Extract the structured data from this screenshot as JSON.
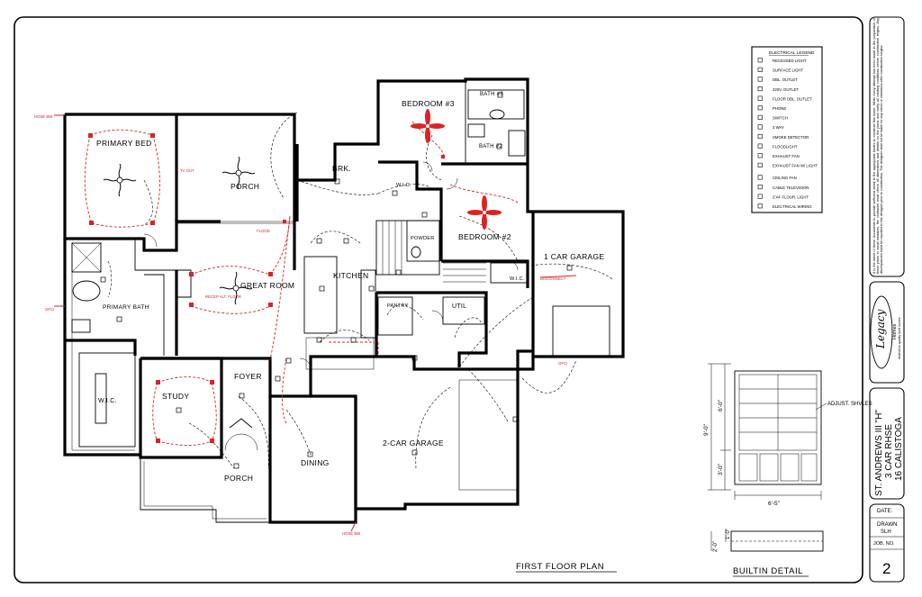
{
  "plan": {
    "rooms": {
      "primary_bed": "PRIMARY BED",
      "porch_rear": "PORCH",
      "brk": "BRK.",
      "bedroom3": "BEDROOM #3",
      "bath3": "BATH #3",
      "bath2": "BATH #2",
      "bedroom2": "BEDROOM #2",
      "one_car_garage": "1 CAR GARAGE",
      "great_room": "GREAT ROOM",
      "kitchen": "KITCHEN",
      "primary_bath": "PRIMARY BATH",
      "wic_primary": "W.I.C.",
      "study": "STUDY",
      "foyer": "FOYER",
      "porch_front": "PORCH",
      "dining": "DINING",
      "two_car_garage": "2-CAR GARAGE",
      "pantry": "PANTRY",
      "util": "UTIL",
      "powder": "POWDER",
      "wic_bed3": "W.I.C.",
      "wic_bed2": "W.I.C."
    },
    "plan_title": "FIRST FLOOR PLAN"
  },
  "legend": {
    "title": "ELECTRICAL LEGEND",
    "items": [
      {
        "icon": "recessed-light-icon",
        "label": "RECESSED LIGHT"
      },
      {
        "icon": "surface-light-icon",
        "label": "SURFACE LIGHT"
      },
      {
        "icon": "dbl-outlet-icon",
        "label": "DBL. OUTLET"
      },
      {
        "icon": "220v-outlet-icon",
        "label": "220V. OUTLET"
      },
      {
        "icon": "floor-outlet-icon",
        "label": "FLOOR DBL. OUTLET"
      },
      {
        "icon": "phone-icon",
        "label": "PHONE"
      },
      {
        "icon": "switch-icon",
        "label": "SWITCH"
      },
      {
        "icon": "three-way-switch-icon",
        "label": "3 WAY"
      },
      {
        "icon": "smoke-detector-icon",
        "label": "SMOKE DETECTOR"
      },
      {
        "icon": "floodlight-icon",
        "label": "FLOODLIGHT"
      },
      {
        "icon": "exhaust-fan-icon",
        "label": "EXHAUST FAN"
      },
      {
        "icon": "exhaust-fan-light-icon",
        "label": "EXHAUST FAN W/ LIGHT"
      },
      {
        "icon": "ceiling-fan-icon",
        "label": "CEILING FAN"
      },
      {
        "icon": "cable-tv-icon",
        "label": "CABLE TELEVISION"
      },
      {
        "icon": "fluor-light-icon",
        "label": "2'X4' FLOUR. LIGHT"
      },
      {
        "icon": "wiring-icon",
        "label": "ELECTRICAL WIRING"
      }
    ]
  },
  "builtin": {
    "title": "BUILTIN DETAIL",
    "note": "ADJUST. SHVLES",
    "dim_total": "9'-0\"",
    "dim_upper": "6'-0\"",
    "dim_lower": "3'-0\"",
    "dim_width": "6'-5\"",
    "dim_depth": "2'-0\"",
    "dim_side": "1'-0\""
  },
  "title_block": {
    "disclaimer": "It is the intent of these documents to provide sufficient detail to the appropriate trades to construct this home. While every attempt has been made in the preparation of these plans to avoid mistakes, the contractor must check all dimensions and details on the plans and verify all existing conditions before construction begins. Any discrepancies must be reported to the designer prior to construction. The designer shall not be liable for any errors or omissions after construction begins.",
    "logo_text": "Legacy",
    "logo_sub": "Homes",
    "logo_tag": "distinctive quality built homes",
    "project_line1": "ST. ANDREWS III \"H\"",
    "project_line2": "3 CAR RHSE",
    "project_line3": "16 CALISTOGA",
    "date_label": "DATE:",
    "drawn_label": "DRAWN",
    "drawn_value": "SLH",
    "job_label": "JOB. NO.",
    "sheet_no": "2"
  }
}
